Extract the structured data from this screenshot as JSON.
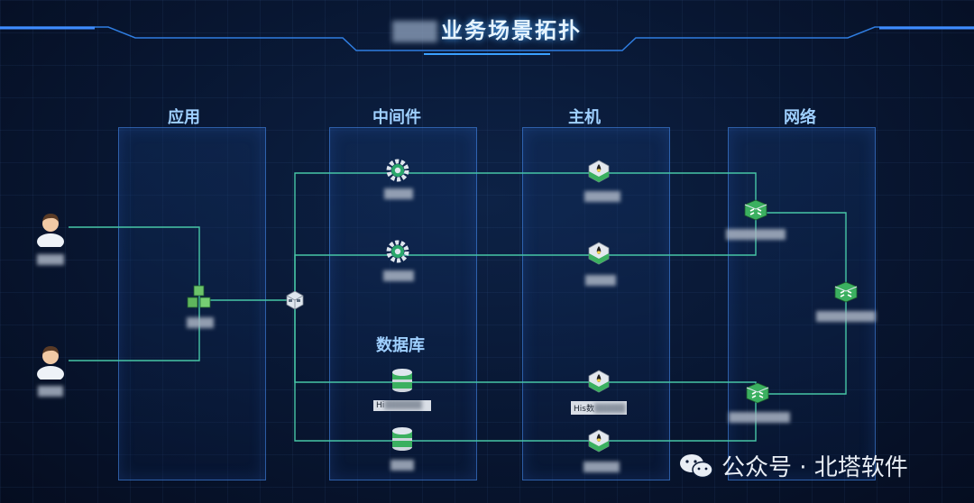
{
  "title": "业务场景拓扑",
  "columns": {
    "app": "应用",
    "middleware": "中间件",
    "host": "主机",
    "network": "网络",
    "database": "数据库"
  },
  "db_labels": {
    "db1": "Hi",
    "host3": "His数"
  },
  "watermark": "公众号 · 北塔软件",
  "icons": {
    "user": "user-icon",
    "app": "cube-cluster-icon",
    "lb": "load-balancer-icon",
    "middleware": "gear-icon",
    "host": "linux-server-icon",
    "db": "oracle-database-icon",
    "switch": "switch-icon"
  },
  "colors": {
    "link": "#47c6a6",
    "accent": "#4aa8ff"
  }
}
